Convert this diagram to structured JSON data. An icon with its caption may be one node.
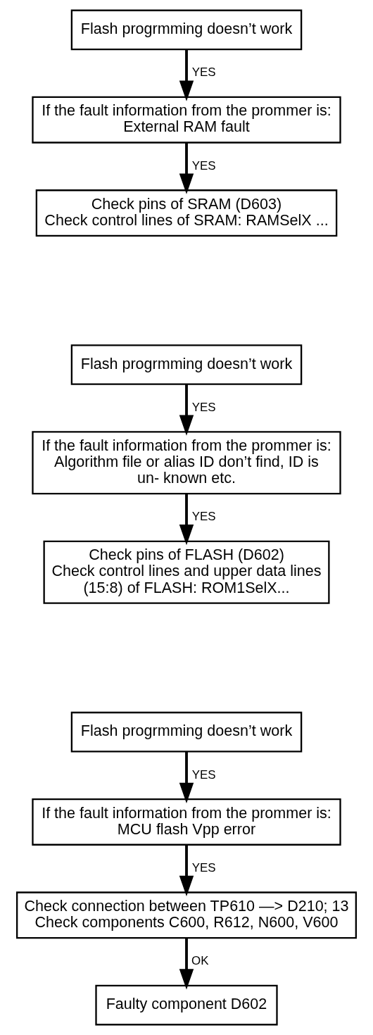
{
  "diagram": {
    "nodes": [
      {
        "text": [
          "Flash progrmming doesn’t work"
        ]
      },
      {
        "text": [
          "If the fault information from the prommer is: External RAM fault"
        ]
      },
      {
        "text": [
          "Check pins of SRAM (D603)",
          "Check control lines of SRAM: RAMSelX ..."
        ]
      },
      {
        "text": [
          "Flash progrmming doesn’t work"
        ]
      },
      {
        "text": [
          "If the fault information from the prommer is: Algorithm file or alias ID don’t find, ID is un- known etc."
        ]
      },
      {
        "text": [
          "Check pins of FLASH (D602)",
          "Check control lines and upper data lines (15:8) of FLASH: ROM1SelX..."
        ]
      },
      {
        "text": [
          "Flash progrmming doesn’t work"
        ]
      },
      {
        "text": [
          "If the fault information from the prommer is: MCU flash Vpp error"
        ]
      },
      {
        "text": [
          "Check connection between TP610 —> D210; 13",
          "Check components C600, R612, N600, V600"
        ]
      },
      {
        "text": [
          "Faulty component D602"
        ]
      }
    ],
    "edges": [
      {
        "from": 0,
        "to": 1,
        "arrow": "to",
        "label": "YES"
      },
      {
        "from": 1,
        "to": 2,
        "arrow": "to",
        "label": "YES"
      },
      {
        "from": 3,
        "to": 4,
        "arrow": "to",
        "label": "YES"
      },
      {
        "from": 4,
        "to": 5,
        "arrow": "to",
        "label": "YES"
      },
      {
        "from": 6,
        "to": 7,
        "arrow": "to",
        "label": "YES"
      },
      {
        "from": 7,
        "to": 8,
        "arrow": "to",
        "label": "YES"
      },
      {
        "from": 8,
        "to": 9,
        "arrow": "to",
        "label": "OK"
      }
    ]
  }
}
